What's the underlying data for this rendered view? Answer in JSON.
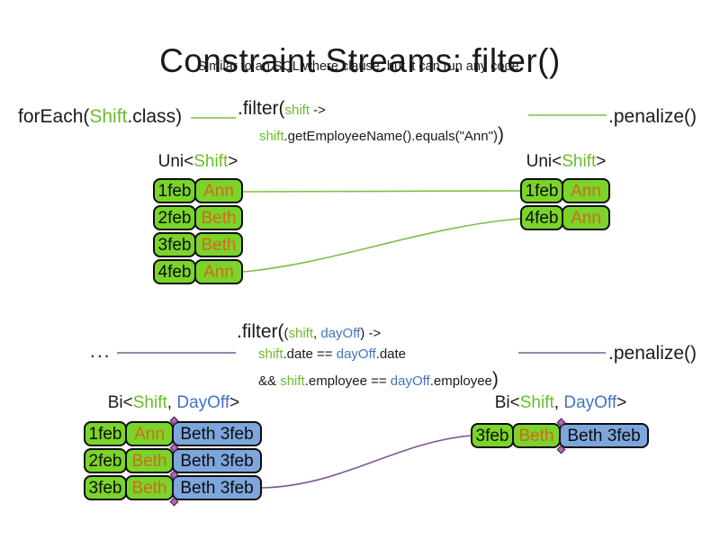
{
  "title": "Constraint Streams: filter()",
  "subtitle": "Similar to an SQL where clause, but it can run any code.",
  "colors": {
    "cell_green": "#7bd42a",
    "cell_blue": "#7da6dc",
    "text_green": "#69be28",
    "text_blue": "#4472c4",
    "text_orange": "#d2691e",
    "line_green": "#7fbe44",
    "line_purple": "#7d5a8c",
    "diamond": "#b06ab0"
  },
  "top_stream": {
    "foreach": [
      {
        "t": "forEach(",
        "c": "k",
        "s": "lg"
      },
      {
        "t": "Shift",
        "c": "g",
        "s": "lg"
      },
      {
        "t": ".class)",
        "c": "k",
        "s": "lg"
      }
    ],
    "filter_line1": [
      {
        "t": ".filter(",
        "c": "k",
        "s": "lg"
      },
      {
        "t": "shift",
        "c": "g",
        "s": "sm"
      },
      {
        "t": " ->",
        "c": "k",
        "s": "sm"
      }
    ],
    "filter_line2": [
      {
        "t": "shift",
        "c": "g",
        "s": "sm"
      },
      {
        "t": ".getEmployeeName().equals(\"Ann\")",
        "c": "k",
        "s": "sm"
      },
      {
        "t": ")",
        "c": "k",
        "s": "lg"
      }
    ],
    "penalize": ".penalize()"
  },
  "mid_stream": {
    "ellipsis": "...",
    "filter_line1": [
      {
        "t": ".filter(",
        "c": "k",
        "s": "lg"
      },
      {
        "t": "(",
        "c": "k",
        "s": "sm"
      },
      {
        "t": "shift",
        "c": "g",
        "s": "sm"
      },
      {
        "t": ", ",
        "c": "k",
        "s": "sm"
      },
      {
        "t": "dayOff",
        "c": "b",
        "s": "sm"
      },
      {
        "t": ") ->",
        "c": "k",
        "s": "sm"
      }
    ],
    "filter_line2": [
      {
        "t": "shift",
        "c": "g",
        "s": "sm"
      },
      {
        "t": ".date == ",
        "c": "k",
        "s": "sm"
      },
      {
        "t": "dayOff",
        "c": "b",
        "s": "sm"
      },
      {
        "t": ".date",
        "c": "k",
        "s": "sm"
      }
    ],
    "filter_line3": [
      {
        "t": "&& ",
        "c": "k",
        "s": "sm"
      },
      {
        "t": "shift",
        "c": "g",
        "s": "sm"
      },
      {
        "t": ".employee == ",
        "c": "k",
        "s": "sm"
      },
      {
        "t": "dayOff",
        "c": "b",
        "s": "sm"
      },
      {
        "t": ".employee",
        "c": "k",
        "s": "sm"
      },
      {
        "t": ")",
        "c": "k",
        "s": "lg"
      }
    ],
    "penalize": ".penalize()"
  },
  "uni_header": [
    {
      "t": "Uni<",
      "c": "k",
      "s": "hd"
    },
    {
      "t": "Shift",
      "c": "g",
      "s": "hd"
    },
    {
      "t": ">",
      "c": "k",
      "s": "hd"
    }
  ],
  "bi_header": [
    {
      "t": "Bi<",
      "c": "k",
      "s": "hd"
    },
    {
      "t": "Shift",
      "c": "g",
      "s": "hd"
    },
    {
      "t": ", ",
      "c": "k",
      "s": "hd"
    },
    {
      "t": "DayOff",
      "c": "b",
      "s": "hd"
    },
    {
      "t": ">",
      "c": "k",
      "s": "hd"
    }
  ],
  "uni_left_rows": [
    {
      "date": "1feb",
      "name": "Ann"
    },
    {
      "date": "2feb",
      "name": "Beth"
    },
    {
      "date": "3feb",
      "name": "Beth"
    },
    {
      "date": "4feb",
      "name": "Ann"
    }
  ],
  "uni_right_rows": [
    {
      "date": "1feb",
      "name": "Ann"
    },
    {
      "date": "4feb",
      "name": "Ann"
    }
  ],
  "bi_left_rows": [
    {
      "date": "1feb",
      "name": "Ann",
      "dayoff": "Beth 3feb"
    },
    {
      "date": "2feb",
      "name": "Beth",
      "dayoff": "Beth 3feb"
    },
    {
      "date": "3feb",
      "name": "Beth",
      "dayoff": "Beth 3feb"
    }
  ],
  "bi_right_rows": [
    {
      "date": "3feb",
      "name": "Beth",
      "dayoff": "Beth 3feb"
    }
  ]
}
